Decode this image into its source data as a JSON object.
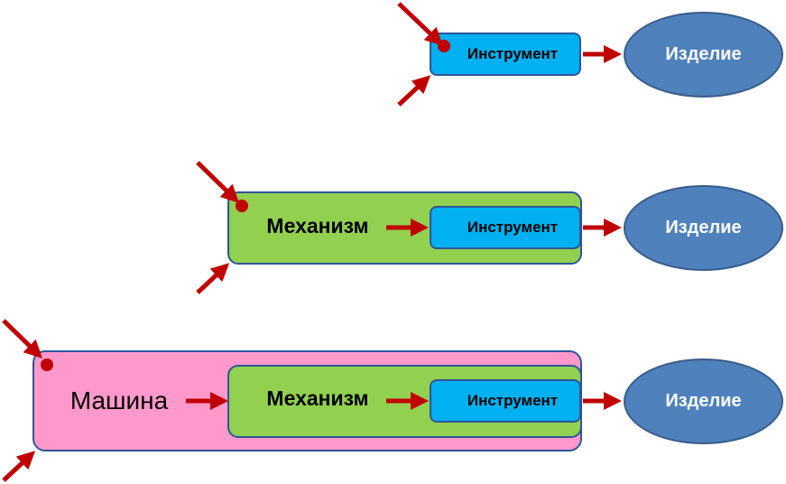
{
  "labels": {
    "tool": "Инструмент",
    "mechanism": "Механизм",
    "machine": "Машина",
    "product": "Изделие"
  },
  "colors": {
    "tool_fill": "#00b0f0",
    "mechanism_fill": "#92d050",
    "machine_fill": "#ff99cc",
    "product_fill": "#4f81bd",
    "border": "#2f5597",
    "arrow": "#c00000"
  },
  "rows": [
    {
      "contents": [
        "Инструмент"
      ],
      "output": "Изделие"
    },
    {
      "contents": [
        "Механизм",
        "Инструмент"
      ],
      "output": "Изделие"
    },
    {
      "contents": [
        "Машина",
        "Механизм",
        "Инструмент"
      ],
      "output": "Изделие"
    }
  ]
}
